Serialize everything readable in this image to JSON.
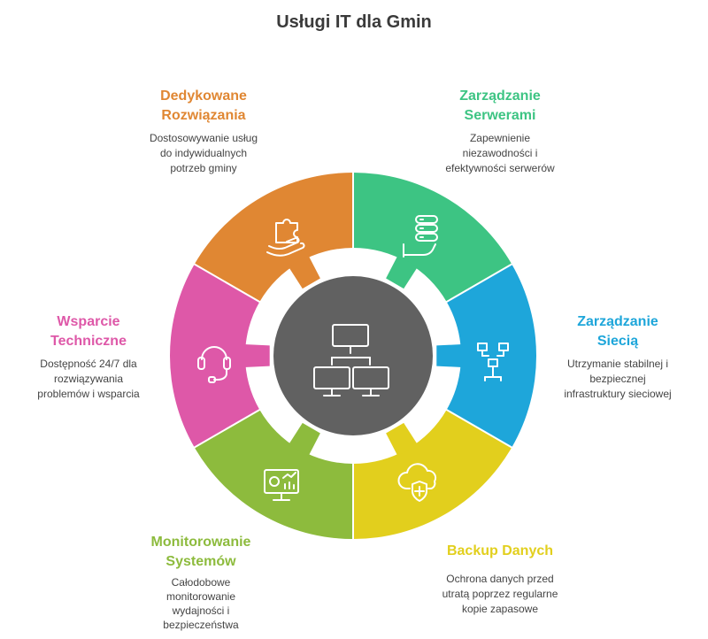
{
  "title": "Usługi IT dla Gmin",
  "colors": {
    "orange": "#E08733",
    "green": "#3DC483",
    "blue": "#1EA6DA",
    "yellow": "#E2CF1D",
    "lime": "#8DBB3D",
    "pink": "#DE58A8",
    "center": "#616161"
  },
  "center_icon": "computer-network-icon",
  "sections": [
    {
      "id": "dedicated",
      "color": "#E08733",
      "icon": "hand-puzzle-icon",
      "title_lines": [
        "Dedykowane",
        "Rozwiązania"
      ],
      "desc_lines": [
        "Dostosowywanie usług",
        "do indywidualnych",
        "potrzeb gminy"
      ]
    },
    {
      "id": "servers",
      "color": "#3DC483",
      "icon": "server-hand-icon",
      "title_lines": [
        "Zarządzanie",
        "Serwerami"
      ],
      "desc_lines": [
        "Zapewnienie",
        "niezawodności i",
        "efektywności serwerów"
      ]
    },
    {
      "id": "network",
      "color": "#1EA6DA",
      "icon": "network-icon",
      "title_lines": [
        "Zarządzanie",
        "Siecią"
      ],
      "desc_lines": [
        "Utrzymanie stabilnej i",
        "bezpiecznej",
        "infrastruktury sieciowej"
      ]
    },
    {
      "id": "backup",
      "color": "#E2CF1D",
      "icon": "cloud-shield-icon",
      "title_lines": [
        "Backup Danych"
      ],
      "desc_lines": [
        "Ochrona danych przed",
        "utratą poprzez regularne",
        "kopie zapasowe"
      ]
    },
    {
      "id": "monitoring",
      "color": "#8DBB3D",
      "icon": "monitor-chart-icon",
      "title_lines": [
        "Monitorowanie",
        "Systemów"
      ],
      "desc_lines": [
        "Całodobowe",
        "monitorowanie",
        "wydajności i",
        "bezpieczeństwa"
      ]
    },
    {
      "id": "support",
      "color": "#DE58A8",
      "icon": "headset-icon",
      "title_lines": [
        "Wsparcie",
        "Techniczne"
      ],
      "desc_lines": [
        "Dostępność 24/7 dla",
        "rozwiązywania",
        "problemów i wsparcia"
      ]
    }
  ]
}
